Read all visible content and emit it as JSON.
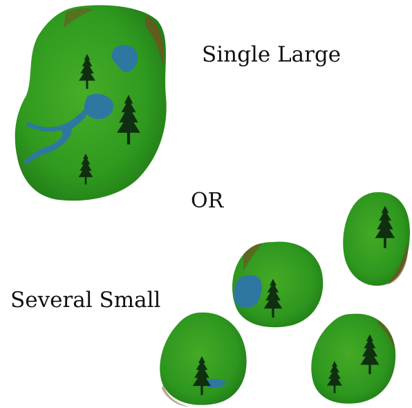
{
  "labels": {
    "single_large": "Single Large",
    "or": "OR",
    "several_small": "Several Small"
  },
  "colors": {
    "forest_green": "#2f9a1f",
    "forest_light": "#4cb02a",
    "forest_dark": "#1f7a17",
    "edge_brown": "#7a4a22",
    "water_blue": "#2e77a0",
    "tree_dark": "#0f2f10"
  },
  "patches": {
    "large_count": 1,
    "small_count": 4
  }
}
